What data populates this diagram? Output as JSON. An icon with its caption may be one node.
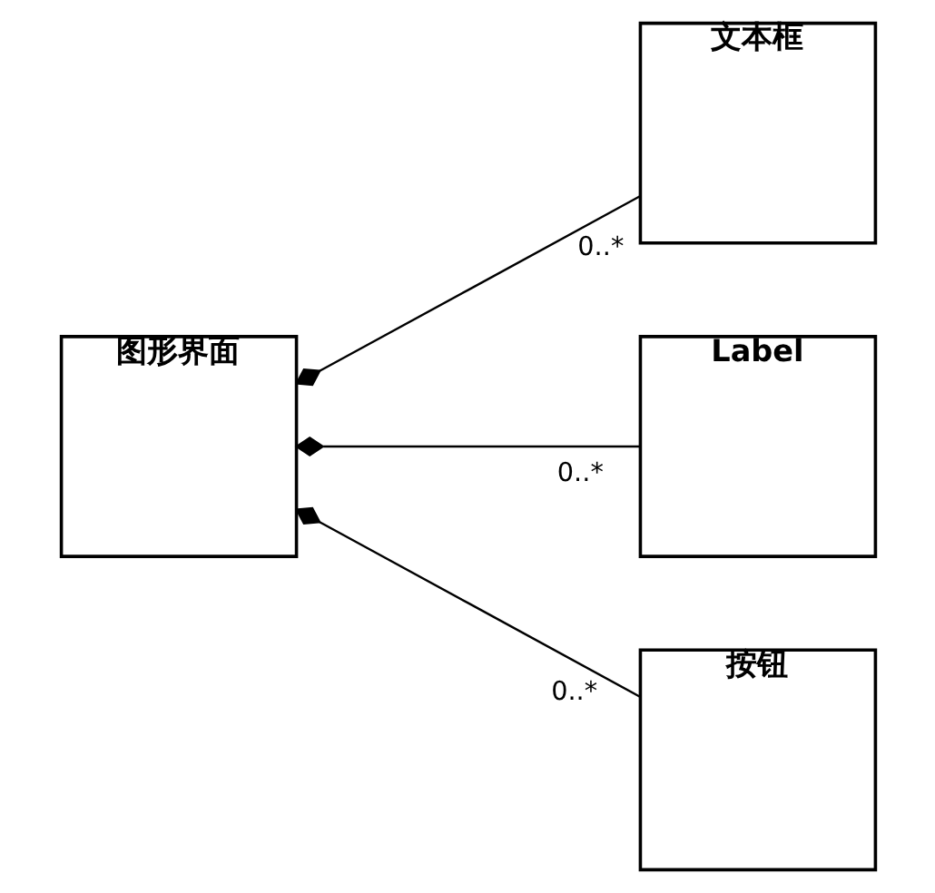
{
  "diagram": {
    "nodes": [
      {
        "text": [
          "图形界面"
        ]
      },
      {
        "text": [
          "文本框"
        ]
      },
      {
        "text": [
          "Label"
        ]
      },
      {
        "text": [
          "按钮"
        ]
      }
    ],
    "edges": [
      {
        "from": 0,
        "to": 1,
        "arrow": "other",
        "label": "0..*"
      },
      {
        "from": 0,
        "to": 2,
        "arrow": "other",
        "label": "0..*"
      },
      {
        "from": 0,
        "to": 3,
        "arrow": "other",
        "label": "0..*"
      }
    ]
  }
}
